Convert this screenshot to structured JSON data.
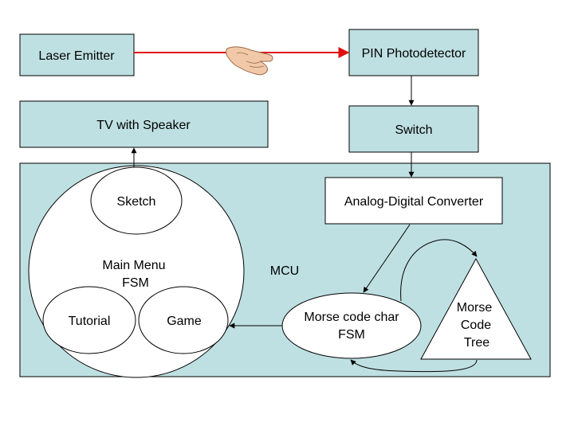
{
  "diagram": {
    "laser_emitter": "Laser Emitter",
    "pin_photodetector": "PIN Photodetector",
    "tv_with_speaker": "TV with Speaker",
    "switch": "Switch",
    "mcu": "MCU",
    "adc": "Analog-Digital Converter",
    "sketch": "Sketch",
    "main_menu_line1": "Main Menu",
    "main_menu_line2": "FSM",
    "tutorial": "Tutorial",
    "game": "Game",
    "morse_fsm_line1": "Morse code char",
    "morse_fsm_line2": "FSM",
    "morse_tree_line1": "Morse",
    "morse_tree_line2": "Code",
    "morse_tree_line3": "Tree"
  },
  "colors": {
    "box_fill": "#bfe0e2",
    "beam": "#e01010",
    "hand": "#f2c9a8"
  },
  "icons": {
    "hand": "hand-icon"
  }
}
